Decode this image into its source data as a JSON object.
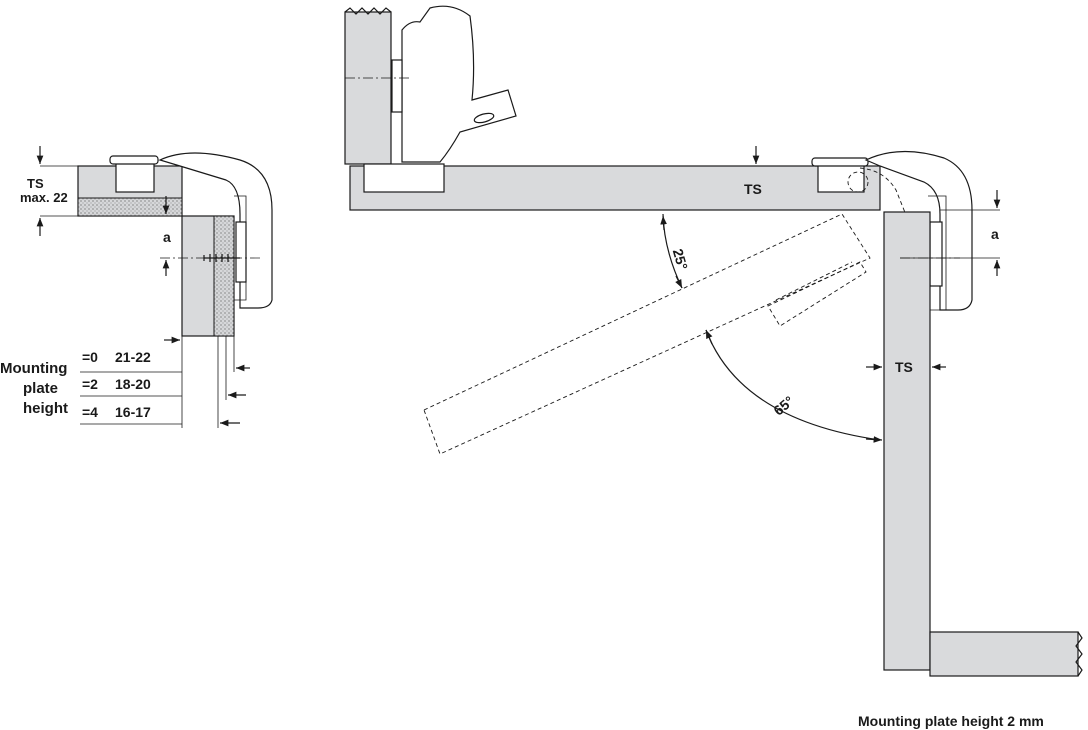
{
  "left_view": {
    "ts_label": "TS",
    "ts_max_label": "max. 22",
    "a_label": "a",
    "mounting_label_line1": "Mounting",
    "mounting_label_line2": "plate",
    "mounting_label_line3": "height",
    "rows": [
      {
        "height": "=0",
        "value": "21-22"
      },
      {
        "height": "=2",
        "value": "18-20"
      },
      {
        "height": "=4",
        "value": "16-17"
      }
    ]
  },
  "main_view": {
    "ts_top_label": "TS",
    "ts_side_label": "TS",
    "a_label": "a",
    "angle_25": "25°",
    "angle_65": "65°"
  },
  "caption": "Mounting plate height 2 mm"
}
